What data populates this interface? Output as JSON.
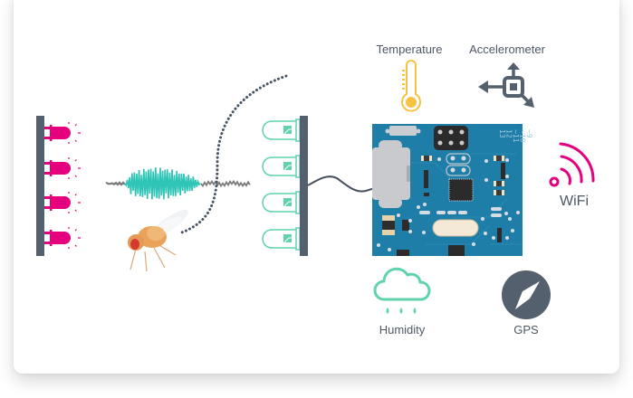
{
  "diagram": {
    "title": "Sensor board overview",
    "sensors": {
      "temperature": {
        "label": "Temperature",
        "icon": "thermometer-icon",
        "color": "#f7c242"
      },
      "accelerometer": {
        "label": "Accelerometer",
        "icon": "accelerometer-arrows-icon",
        "color": "#55606e"
      },
      "wifi": {
        "label": "WiFi",
        "icon": "wifi-signal-icon",
        "color": "#e5007e"
      },
      "humidity": {
        "label": "Humidity",
        "icon": "rain-cloud-icon",
        "color": "#5fd3ae"
      },
      "gps": {
        "label": "GPS",
        "icon": "compass-icon",
        "color": "#55606e"
      }
    },
    "board": {
      "pin_labels": [
        "13",
        "12",
        "~11",
        "~10",
        "~9"
      ],
      "pcb_color": "#1f7ea8"
    },
    "emitter_leds": {
      "count": 4,
      "color": "#e5007e"
    },
    "receiver_leds": {
      "count": 4,
      "color": "#5fd3ae"
    },
    "waveform": {
      "signal_color": "#2ec4b6",
      "noise_color": "#7b7b7b"
    },
    "colors": {
      "bar": "#55606e",
      "label_text": "#4e5865",
      "dotted_path": "#4a5564"
    }
  }
}
